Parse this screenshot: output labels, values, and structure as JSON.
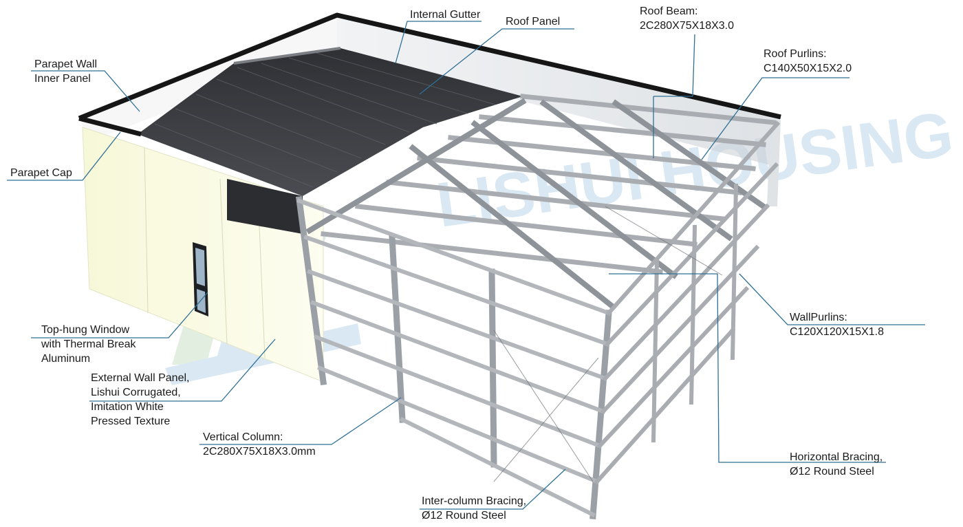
{
  "labels": {
    "internal_gutter": [
      "Internal Gutter"
    ],
    "roof_panel": [
      "Roof Panel"
    ],
    "roof_beam": [
      "Roof Beam:",
      "2C280X75X18X3.0"
    ],
    "roof_purlins": [
      "Roof Purlins:",
      "C140X50X15X2.0"
    ],
    "parapet_wall_inner_panel": [
      "Parapet Wall",
      "Inner Panel"
    ],
    "parapet_cap": [
      "Parapet Cap"
    ],
    "wall_purlins": [
      "WallPurlins:",
      "C120X120X15X1.8"
    ],
    "top_hung_window": [
      "Top-hung Window",
      "with Thermal Break",
      "Aluminum"
    ],
    "external_wall_panel": [
      "External Wall Panel,",
      "Lishui Corrugated,",
      "Imitation White",
      "Pressed Texture"
    ],
    "vertical_column": [
      "Vertical Column:",
      "2C280X75X18X3.0mm"
    ],
    "horizontal_bracing": [
      "Horizontal Bracing,",
      "Ø12 Round Steel"
    ],
    "inter_column_bracing": [
      "Inter-column Bracing,",
      "Ø12 Round Steel"
    ]
  },
  "watermark": "LISHUI HOUSING",
  "colors": {
    "leader": "#2f6f96",
    "steel": "#a9adb2",
    "steel_dark": "#5f646b",
    "roof": "#3d3f43",
    "wall": "#fbfbe4",
    "parapet_cap": "#161616",
    "watermark_blue": "#bcd7ea",
    "watermark_green": "#cbe2c8"
  }
}
